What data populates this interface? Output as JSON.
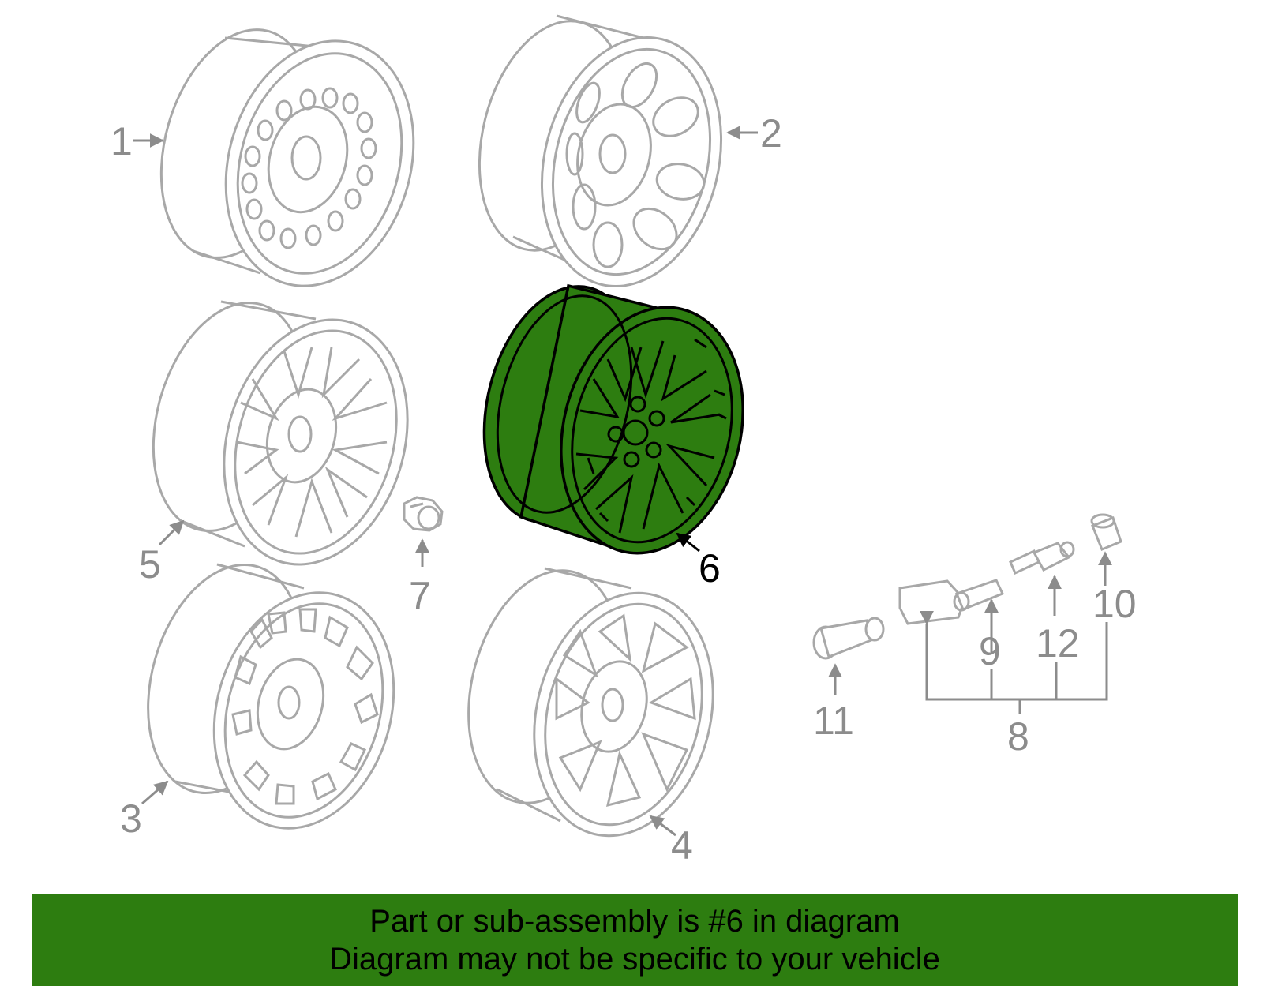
{
  "diagram": {
    "highlight_color": "#2d7d10",
    "highlighted_part": "6",
    "callouts": [
      {
        "id": "1",
        "label": "1"
      },
      {
        "id": "2",
        "label": "2"
      },
      {
        "id": "3",
        "label": "3"
      },
      {
        "id": "4",
        "label": "4"
      },
      {
        "id": "5",
        "label": "5"
      },
      {
        "id": "6",
        "label": "6"
      },
      {
        "id": "7",
        "label": "7"
      },
      {
        "id": "8",
        "label": "8"
      },
      {
        "id": "9",
        "label": "9"
      },
      {
        "id": "10",
        "label": "10"
      },
      {
        "id": "11",
        "label": "11"
      },
      {
        "id": "12",
        "label": "12"
      }
    ]
  },
  "banner": {
    "line1": "Part or sub-assembly is #6 in diagram",
    "line2": "Diagram may not be specific to your vehicle",
    "background": "#2d7d10"
  }
}
